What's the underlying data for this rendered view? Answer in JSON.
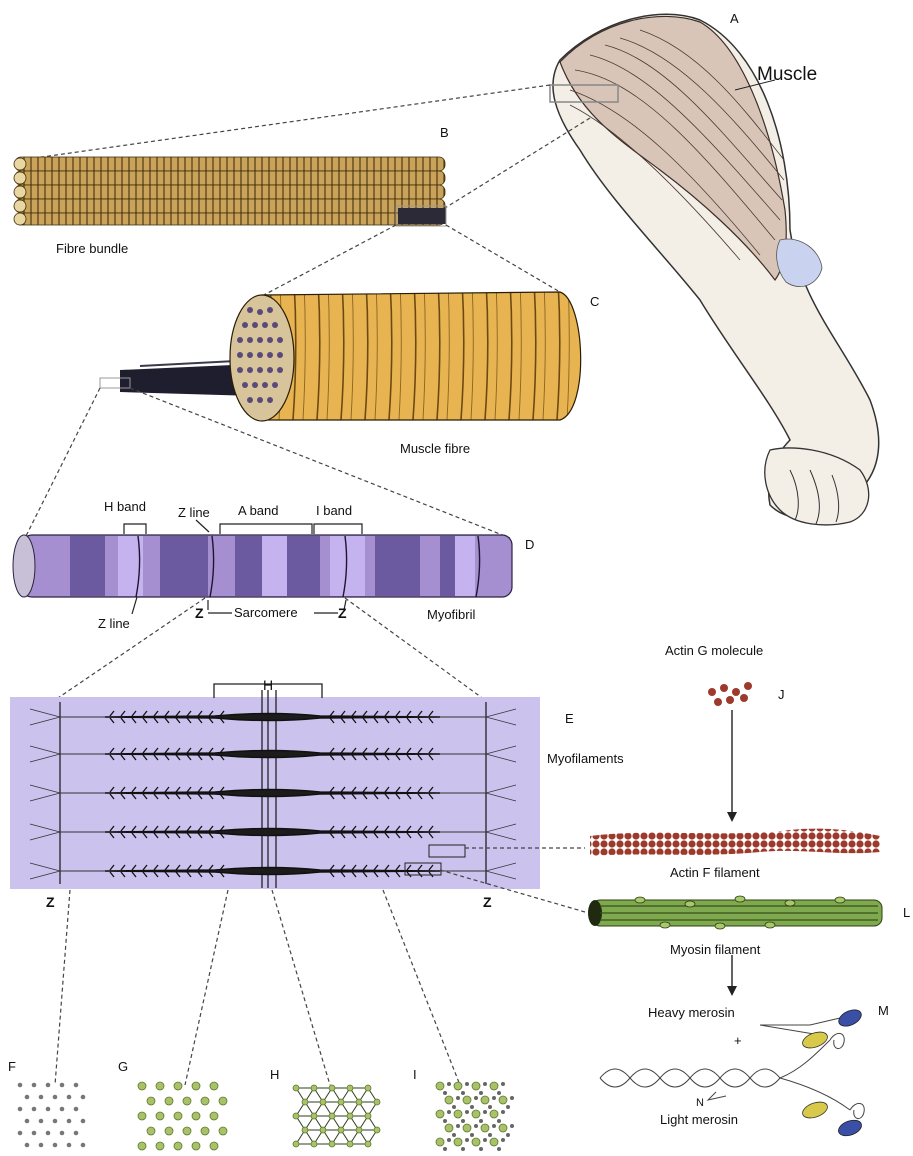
{
  "letters": {
    "a": "A",
    "b": "B",
    "c": "C",
    "d": "D",
    "e": "E",
    "f": "F",
    "g": "G",
    "h": "H",
    "i": "I",
    "j": "J",
    "l": "L",
    "m": "M",
    "n": "N"
  },
  "labels": {
    "muscle": "Muscle",
    "fibre_bundle": "Fibre bundle",
    "muscle_fibre": "Muscle fibre",
    "h_band": "H band",
    "z_line_top": "Z line",
    "a_band": "A band",
    "i_band": "I band",
    "z_line_bottom": "Z line",
    "z_left": "Z",
    "sarcomere": "Sarcomere",
    "z_right": "Z",
    "myofibril": "Myofibril",
    "h_bracket": "H",
    "myofilaments": "Myofilaments",
    "z_panel_left": "Z",
    "z_panel_right": "Z",
    "actin_g": "Actin G molecule",
    "actin_f": "Actin F filament",
    "myosin_filament": "Myosin filament",
    "heavy_merosin": "Heavy merosin",
    "plus": "+",
    "light_merosin": "Light merosin"
  },
  "colors": {
    "bundle": "#c9a35a",
    "fibre": "#e8b451",
    "myofibril": "#a58fd0",
    "panel": "#cbc3ee",
    "actin": "#9c3a2c",
    "myosin": "#7fa94f",
    "cross_section": "#a9c16a",
    "arm_skin": "#f3eee6",
    "tendon": "#c9d3f0",
    "heavy_head_blue": "#3a4fa6",
    "heavy_head_yellow": "#d9c94a"
  }
}
